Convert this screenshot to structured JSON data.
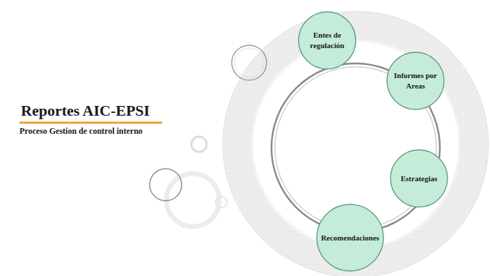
{
  "diagram": {
    "title": "Reportes AIC-EPSI",
    "nodes": [
      {
        "text": [
          "Entes de regulación"
        ]
      },
      {
        "text": [
          "Informes por Areas"
        ]
      },
      {
        "text": [
          "Estrategias"
        ]
      },
      {
        "text": [
          "Recomendaciones"
        ]
      }
    ],
    "labels": [
      "Proceso Gestion de control interno"
    ]
  }
}
